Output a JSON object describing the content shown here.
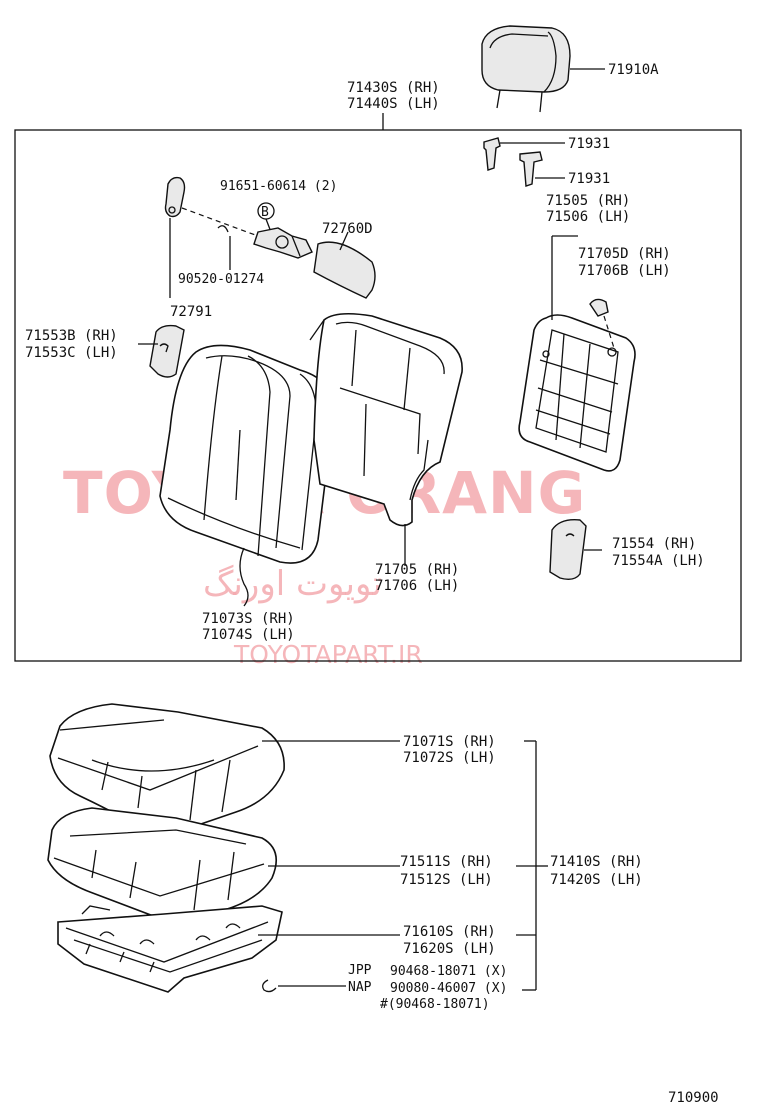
{
  "diagram_code": "710900",
  "watermark": {
    "main": "TOYOTA ORANG",
    "farsi": "تویوت اورنگ",
    "site": "TOYOTAPART.IR"
  },
  "labels": {
    "headrest": "71910A",
    "seatback_assy_rh": "71430S (RH)",
    "seatback_assy_lh": "71440S (LH)",
    "support_a": "71931",
    "support_b": "71931",
    "bolt": "91651-60614 (2)",
    "bolt_marker": "B",
    "plate_72760d": "72760D",
    "knob_code": "90520-01274",
    "lever_72791": "72791",
    "cover_71553b": "71553B (RH)",
    "cover_71553c": "71553C (LH)",
    "frame_71505": "71505 (RH)",
    "frame_71506": "71506 (LH)",
    "pad_71705d": "71705D (RH)",
    "pad_71706b": "71706B (LH)",
    "cover_71554": "71554  (RH)",
    "cover_71554a": "71554A (LH)",
    "pad_71705": "71705 (RH)",
    "pad_71706": "71706 (LH)",
    "back_cover_71073s": "71073S (RH)",
    "back_cover_71074s": "71074S (LH)",
    "cushion_cover_71071s": "71071S (RH)",
    "cushion_cover_71072s": "71072S (LH)",
    "cushion_pad_71511s": "71511S (RH)",
    "cushion_pad_71512s": "71512S (LH)",
    "cushion_frame_71610s": "71610S (RH)",
    "cushion_frame_71620s": "71620S (LH)",
    "cushion_assy_71410s": "71410S (RH)",
    "cushion_assy_71420s": "71420S (LH)",
    "jpp": "JPP",
    "nap": "NAP",
    "clip_jpp": "90468-18071 (X)",
    "clip_nap": "90080-46007 (X)",
    "clip_alt": "#(90468-18071)"
  }
}
